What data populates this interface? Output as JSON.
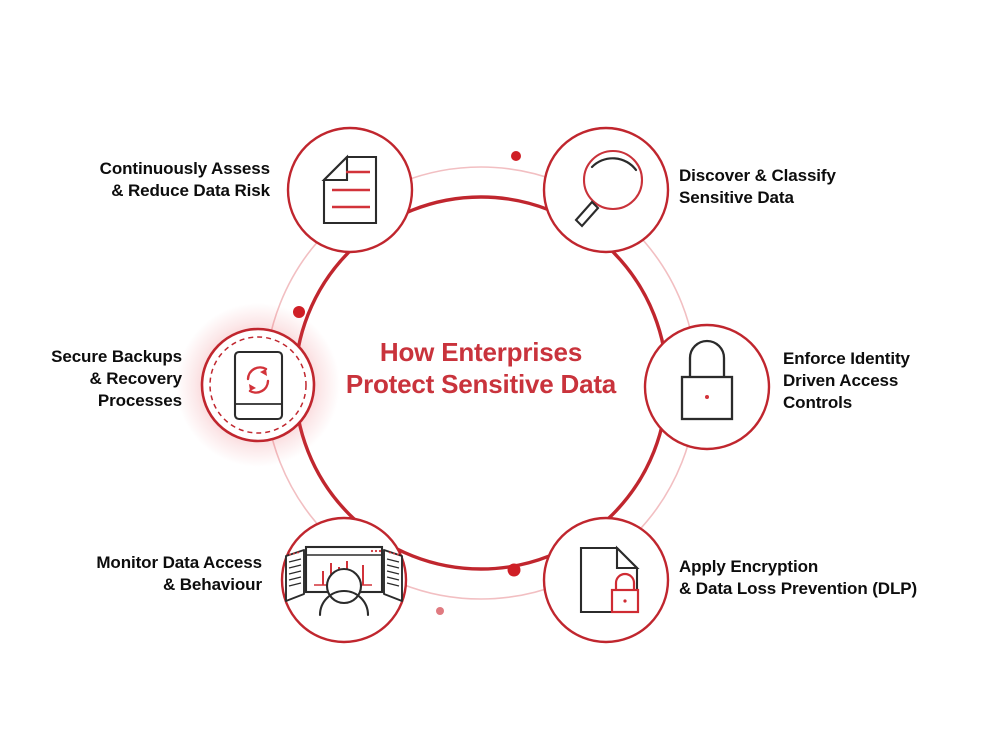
{
  "graphic": {
    "type": "cycle-diagram",
    "title": "How Enterprises\nProtect Sensitive Data",
    "accent_color": "#c9333c",
    "ring_color": "#c0262e",
    "faint_ring_color": "#f0b9bc",
    "icon_dark_color": "#2b2b2b",
    "icon_red_color": "#d2333a",
    "label_color": "#0d0d0d",
    "background": "#ffffff"
  },
  "nodes": [
    {
      "id": "continuous-assessment",
      "label": "Continuously Assess\n& Reduce Data Risk",
      "icon": "document-lines-icon",
      "side": "left",
      "active": false
    },
    {
      "id": "discover-classify",
      "label": "Discover & Classify\nSensitive Data",
      "icon": "magnifier-icon",
      "side": "right",
      "active": false
    },
    {
      "id": "identity-access",
      "label": "Enforce Identity\nDriven Access\nControls",
      "icon": "padlock-icon",
      "side": "right",
      "active": false
    },
    {
      "id": "encryption-dlp",
      "label": "Apply Encryption\n& Data Loss Prevention (DLP)",
      "icon": "document-lock-icon",
      "side": "right",
      "active": false
    },
    {
      "id": "monitor-access",
      "label": "Monitor Data Access\n& Behaviour",
      "icon": "monitoring-screens-person-icon",
      "side": "left",
      "active": false
    },
    {
      "id": "secure-backups",
      "label": "Secure Backups\n& Recovery\nProcesses",
      "icon": "backup-refresh-icon",
      "side": "left",
      "active": true
    }
  ],
  "ring_markers": [
    {
      "name": "marker-top",
      "on": "outer-ring"
    },
    {
      "name": "marker-bottom-left",
      "on": "outer-ring"
    },
    {
      "name": "marker-bottom-center",
      "on": "inner-ring"
    },
    {
      "name": "marker-upper-left",
      "on": "inner-ring"
    }
  ]
}
